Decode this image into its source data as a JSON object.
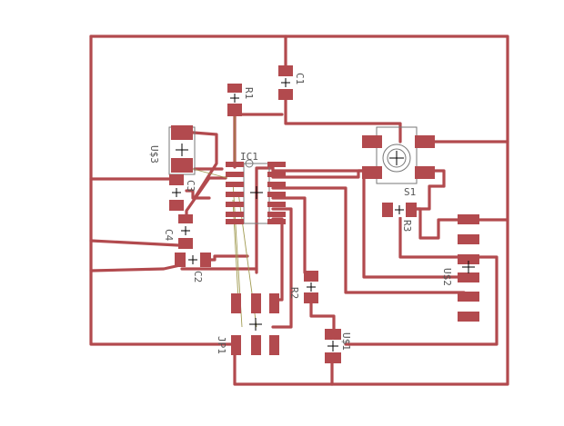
{
  "board": {
    "colors": {
      "copper": "#b24a4e",
      "airwire": "#a09a50",
      "background": "#ffffff",
      "silkscreen": "#777777"
    }
  },
  "labels": {
    "c1": "C1",
    "r1": "R1",
    "us3": "U$3",
    "c3": "C3",
    "c4": "C4",
    "c2": "C2",
    "ic1": "IC1",
    "s1": "S1",
    "r3": "R3",
    "us2": "U$2",
    "r2": "R2",
    "jp1": "JP1",
    "us1": "U$1"
  }
}
